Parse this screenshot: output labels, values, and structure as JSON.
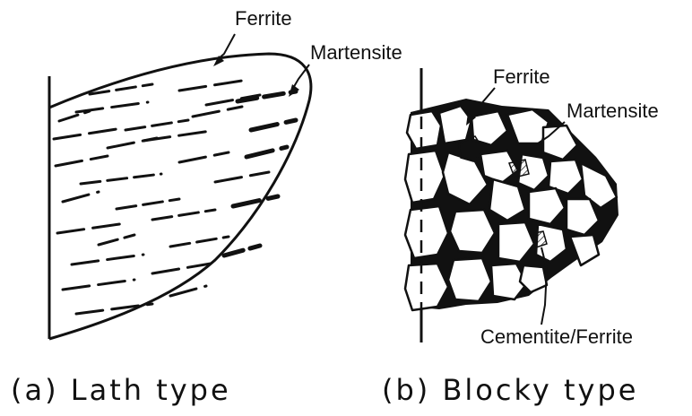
{
  "panel_a": {
    "caption": "(a) Lath type",
    "labels": {
      "ferrite": "Ferrite",
      "martensite": "Martensite"
    }
  },
  "panel_b": {
    "caption": "(b) Blocky type",
    "labels": {
      "ferrite": "Ferrite",
      "martensite": "Martensite",
      "cementite_ferrite": "Cementite/Ferrite"
    }
  },
  "colors": {
    "ink": "#111111",
    "background": "#ffffff"
  }
}
